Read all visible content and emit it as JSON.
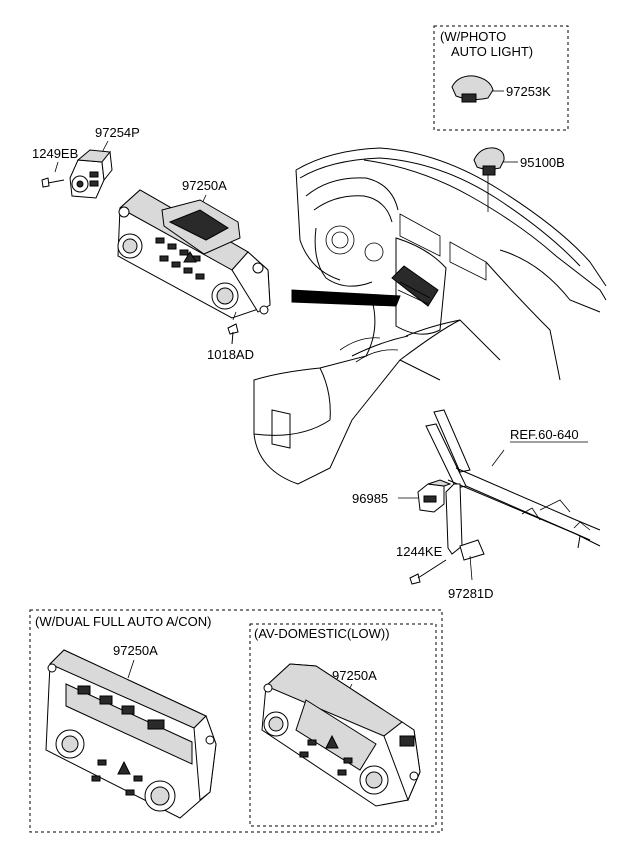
{
  "callouts": {
    "photo_group": "(W/PHOTO",
    "photo_group_line2": "AUTO LIGHT)",
    "sensor_97253k": "97253K",
    "sensor_95100b": "95100B",
    "part_97254p": "97254P",
    "screw_1249eb": "1249EB",
    "unit_97250a_main": "97250A",
    "screw_1018ad": "1018AD",
    "ref": "REF.60-640",
    "part_96985": "96985",
    "screw_1244ke": "1244KE",
    "bracket_97281d": "97281D",
    "dual_group": "(W/DUAL FULL AUTO A/CON)",
    "unit_97250a_dual": "97250A",
    "av_group": "(AV-DOMESTIC(LOW))",
    "unit_97250a_av": "97250A"
  }
}
